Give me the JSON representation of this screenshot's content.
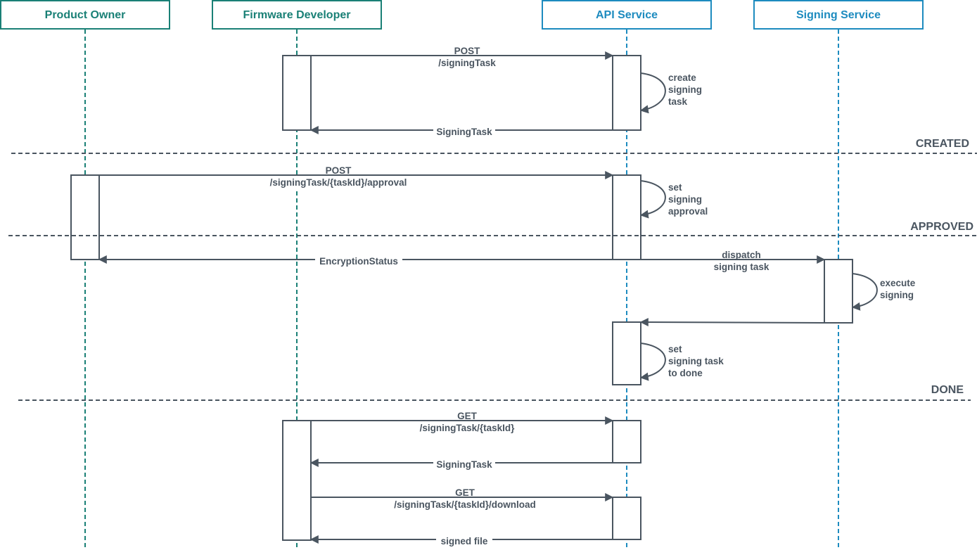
{
  "actors": [
    {
      "id": "po",
      "name": "Product Owner",
      "color": "#1a8076"
    },
    {
      "id": "fd",
      "name": "Firmware Developer",
      "color": "#1a8076"
    },
    {
      "id": "api",
      "name": "API Service",
      "color": "#1d8bbf"
    },
    {
      "id": "sign",
      "name": "Signing Service",
      "color": "#1d8bbf"
    }
  ],
  "colors": {
    "line": "#4a5560",
    "lifeline_po_fd": "#1a8076",
    "lifeline_api_sign": "#1d8bbf",
    "background": "#ffffff"
  },
  "messages": [
    {
      "id": "m1",
      "from": "fd",
      "to": "api",
      "label": [
        "POST",
        "/signingTask"
      ]
    },
    {
      "id": "m2",
      "from": "api",
      "to": "api",
      "label": [
        "create",
        "signing",
        "task"
      ]
    },
    {
      "id": "m3",
      "from": "api",
      "to": "fd",
      "label": [
        "SigningTask"
      ]
    },
    {
      "id": "m4",
      "from": "po",
      "to": "api",
      "label": [
        "POST",
        "/signingTask/{taskId}/approval"
      ]
    },
    {
      "id": "m5",
      "from": "api",
      "to": "api",
      "label": [
        "set",
        "signing",
        "approval"
      ]
    },
    {
      "id": "m6",
      "from": "api",
      "to": "po",
      "label": [
        "EncryptionStatus"
      ]
    },
    {
      "id": "m7",
      "from": "api",
      "to": "sign",
      "label": [
        "dispatch",
        "signing task"
      ]
    },
    {
      "id": "m8",
      "from": "sign",
      "to": "sign",
      "label": [
        "execute",
        "signing"
      ]
    },
    {
      "id": "m9",
      "from": "sign",
      "to": "api",
      "label": []
    },
    {
      "id": "m10",
      "from": "api",
      "to": "api",
      "label": [
        "set",
        "signing task",
        "to done"
      ]
    },
    {
      "id": "m11",
      "from": "fd",
      "to": "api",
      "label": [
        "GET",
        "/signingTask/{taskId}"
      ]
    },
    {
      "id": "m12",
      "from": "api",
      "to": "fd",
      "label": [
        "SigningTask"
      ]
    },
    {
      "id": "m13",
      "from": "fd",
      "to": "api",
      "label": [
        "GET",
        "/signingTask/{taskId}/download"
      ]
    },
    {
      "id": "m14",
      "from": "api",
      "to": "fd",
      "label": [
        "signed file"
      ]
    }
  ],
  "phases": [
    {
      "id": "created",
      "label": "CREATED"
    },
    {
      "id": "approved",
      "label": "APPROVED"
    },
    {
      "id": "done",
      "label": "DONE"
    }
  ]
}
